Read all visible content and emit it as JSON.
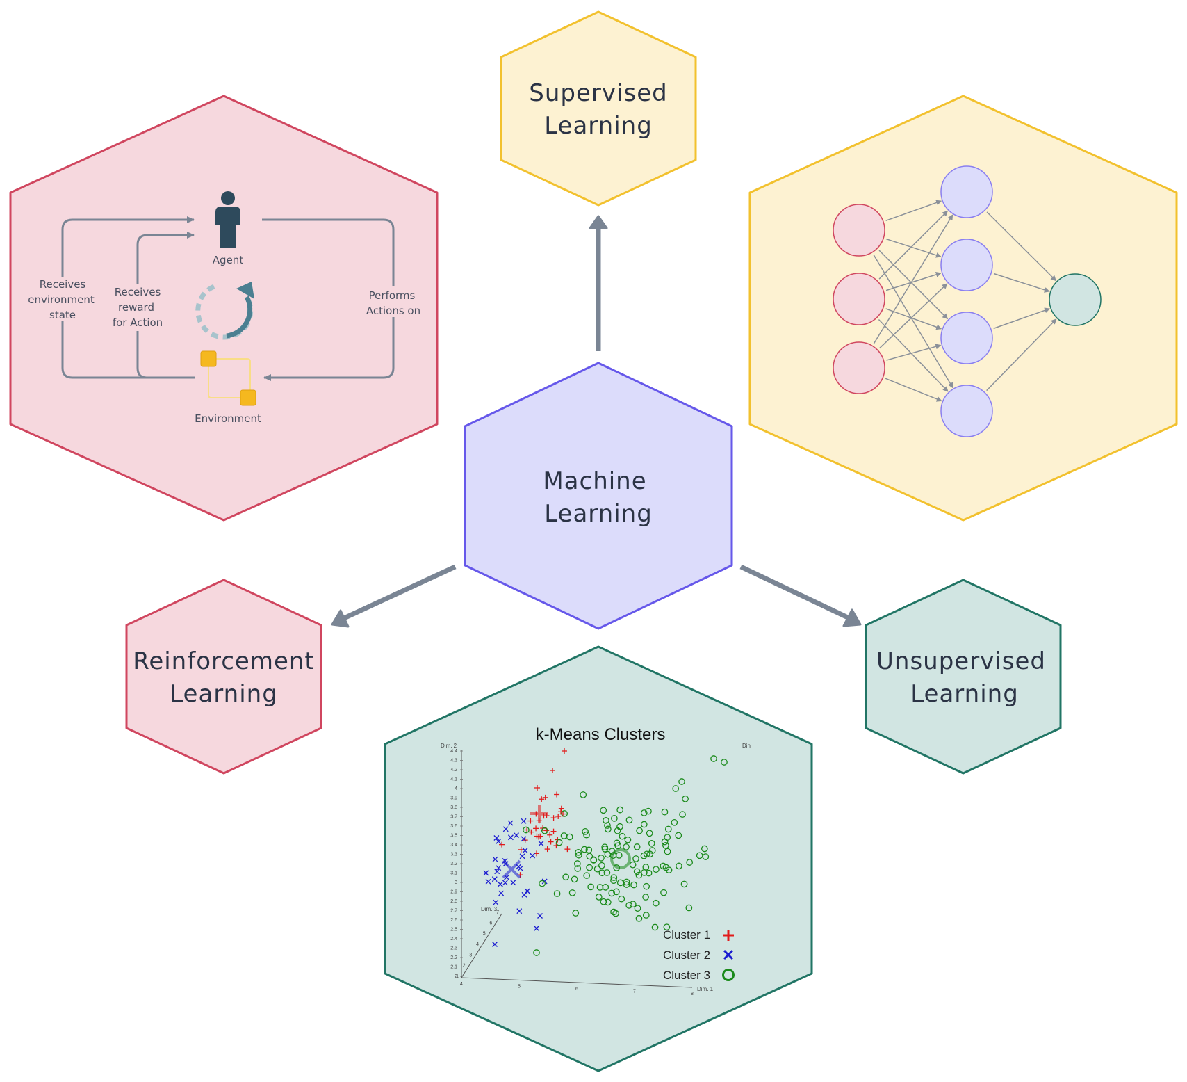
{
  "hexagons": {
    "center": {
      "lines": [
        "Machine",
        "Learning"
      ],
      "fill": "#dcdcfb",
      "stroke": "#6658ea"
    },
    "supervised": {
      "lines": [
        "Supervised",
        "Learning"
      ],
      "fill": "#fdf2d2",
      "stroke": "#f2c12e"
    },
    "reinforcement": {
      "lines": [
        "Reinforcement",
        "Learning"
      ],
      "fill": "#f6d8de",
      "stroke": "#d0465f"
    },
    "unsupervised": {
      "lines": [
        "Unsupervised",
        "Learning"
      ],
      "fill": "#d1e5e2",
      "stroke": "#217565"
    }
  },
  "rl_diagram": {
    "agent_label": "Agent",
    "environment_label": "Environment",
    "receives_state": [
      "Receives",
      "environment",
      "state"
    ],
    "receives_reward": [
      "Receives",
      "reward",
      "for Action"
    ],
    "performs_actions": [
      "Performs",
      "Actions on"
    ],
    "agent_icon": "person-icon",
    "cycle_icon": "refresh-cycle-icon",
    "environment_icon": "environment-nodes-icon"
  },
  "neural_network": {
    "input_color": "#f6d8de",
    "hidden_color": "#dcdcfb",
    "output_color": "#d1e5e2",
    "layers": [
      3,
      4,
      1
    ]
  },
  "kmeans": {
    "title": "k-Means Clusters",
    "y_axis_label": "Dim. 2",
    "x_axis_label": "Dim. 1",
    "z_axis_label": "Dim. 3",
    "cut_label": "Din",
    "y_ticks": [
      "2",
      "2.1",
      "2.2",
      "2.3",
      "2.4",
      "2.5",
      "2.6",
      "2.7",
      "2.8",
      "2.9",
      "3",
      "3.1",
      "3.2",
      "3.3",
      "3.4",
      "3.5",
      "3.6",
      "3.7",
      "3.8",
      "3.9",
      "4",
      "4.1",
      "4.2",
      "4.3",
      "4.4"
    ],
    "x_ticks": [
      "4",
      "5",
      "6",
      "7",
      "8"
    ],
    "z_ticks": [
      "1",
      "2",
      "3",
      "4",
      "5",
      "6",
      "7"
    ],
    "legend": [
      {
        "label": "Cluster 1",
        "color": "#e11b1b",
        "marker": "plus"
      },
      {
        "label": "Cluster 2",
        "color": "#1b1bd0",
        "marker": "x"
      },
      {
        "label": "Cluster 3",
        "color": "#1a8a1a",
        "marker": "circle"
      }
    ]
  }
}
